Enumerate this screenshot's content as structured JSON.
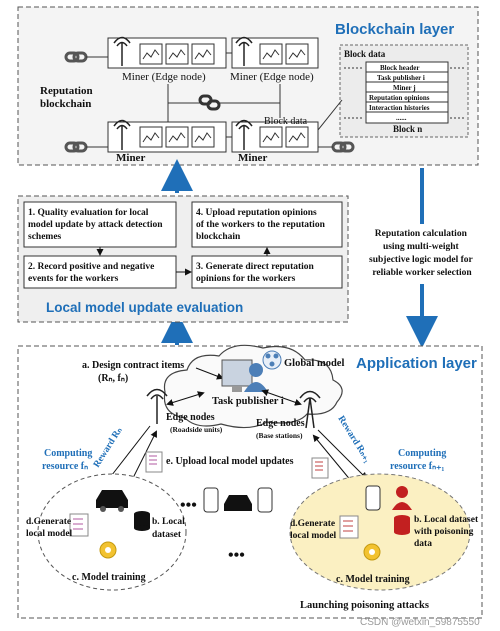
{
  "blockchain_layer": {
    "title": "Blockchain layer",
    "side_label_line1": "Reputation",
    "side_label_line2": "blockchain",
    "miner_edge_1": "Miner (Edge node)",
    "miner_edge_2": "Miner (Edge node)",
    "miner_3": "Miner",
    "miner_4": "Miner",
    "block_data_label": "Block data",
    "block_data_panel_title": "Block data",
    "block_fields": [
      "Block header",
      "Task publisher i",
      "Miner j",
      "Reputation opinions",
      "Interaction histories",
      "......"
    ],
    "block_n": "Block n"
  },
  "side_note": {
    "lines": [
      "Reputation calculation",
      "using multi-weight",
      "subjective logic model for",
      "reliable worker selection"
    ]
  },
  "local_eval": {
    "title": "Local model update evaluation",
    "step1": [
      "1. Quality evaluation for local",
      "model update by attack detection",
      "schemes"
    ],
    "step2": [
      "2. Record positive and negative",
      "events for the workers"
    ],
    "step3": [
      "3. Generate direct reputation",
      "opinions for the workers"
    ],
    "step4": [
      "4. Upload reputation opinions",
      "of the workers to the reputation",
      "blockchain"
    ]
  },
  "application_layer": {
    "title": "Application layer",
    "design_contract": [
      "a. Design contract items",
      "(Rₙ, fₙ)"
    ],
    "global_model": "Global model",
    "task_publisher": "Task publisher i",
    "edge_nodes_left": [
      "Edge nodes",
      "(Roadside units)"
    ],
    "edge_nodes_right": [
      "Edge nodes",
      "(Base stations)"
    ],
    "reward_left": "Reward Rₙ",
    "reward_right": "Reward Rₙ₊₁",
    "upload_updates": "e. Upload local model updates",
    "computing_left": [
      "Computing",
      "resource fₙ"
    ],
    "computing_right": [
      "Computing",
      "resource fₙ₊₁"
    ],
    "left_cluster": {
      "generate": [
        "d.Generate",
        "local model"
      ],
      "dataset": [
        "b. Local",
        "dataset"
      ],
      "training": "c. Model training"
    },
    "right_cluster": {
      "generate": [
        "d.Generate",
        "local model"
      ],
      "dataset": [
        "b. Local dataset",
        "with poisoning",
        "data"
      ],
      "training": "c. Model training"
    },
    "ellipsis": "•••",
    "poisoning": "Launching poisoning attacks"
  },
  "watermark": "CSDN @wetxin_59875550",
  "colors": {
    "accent_blue": "#1f6fb8",
    "panel_gray": "#f1f1f1",
    "poison_fill": "#fbf0c2",
    "attacker_red": "#c22020"
  }
}
